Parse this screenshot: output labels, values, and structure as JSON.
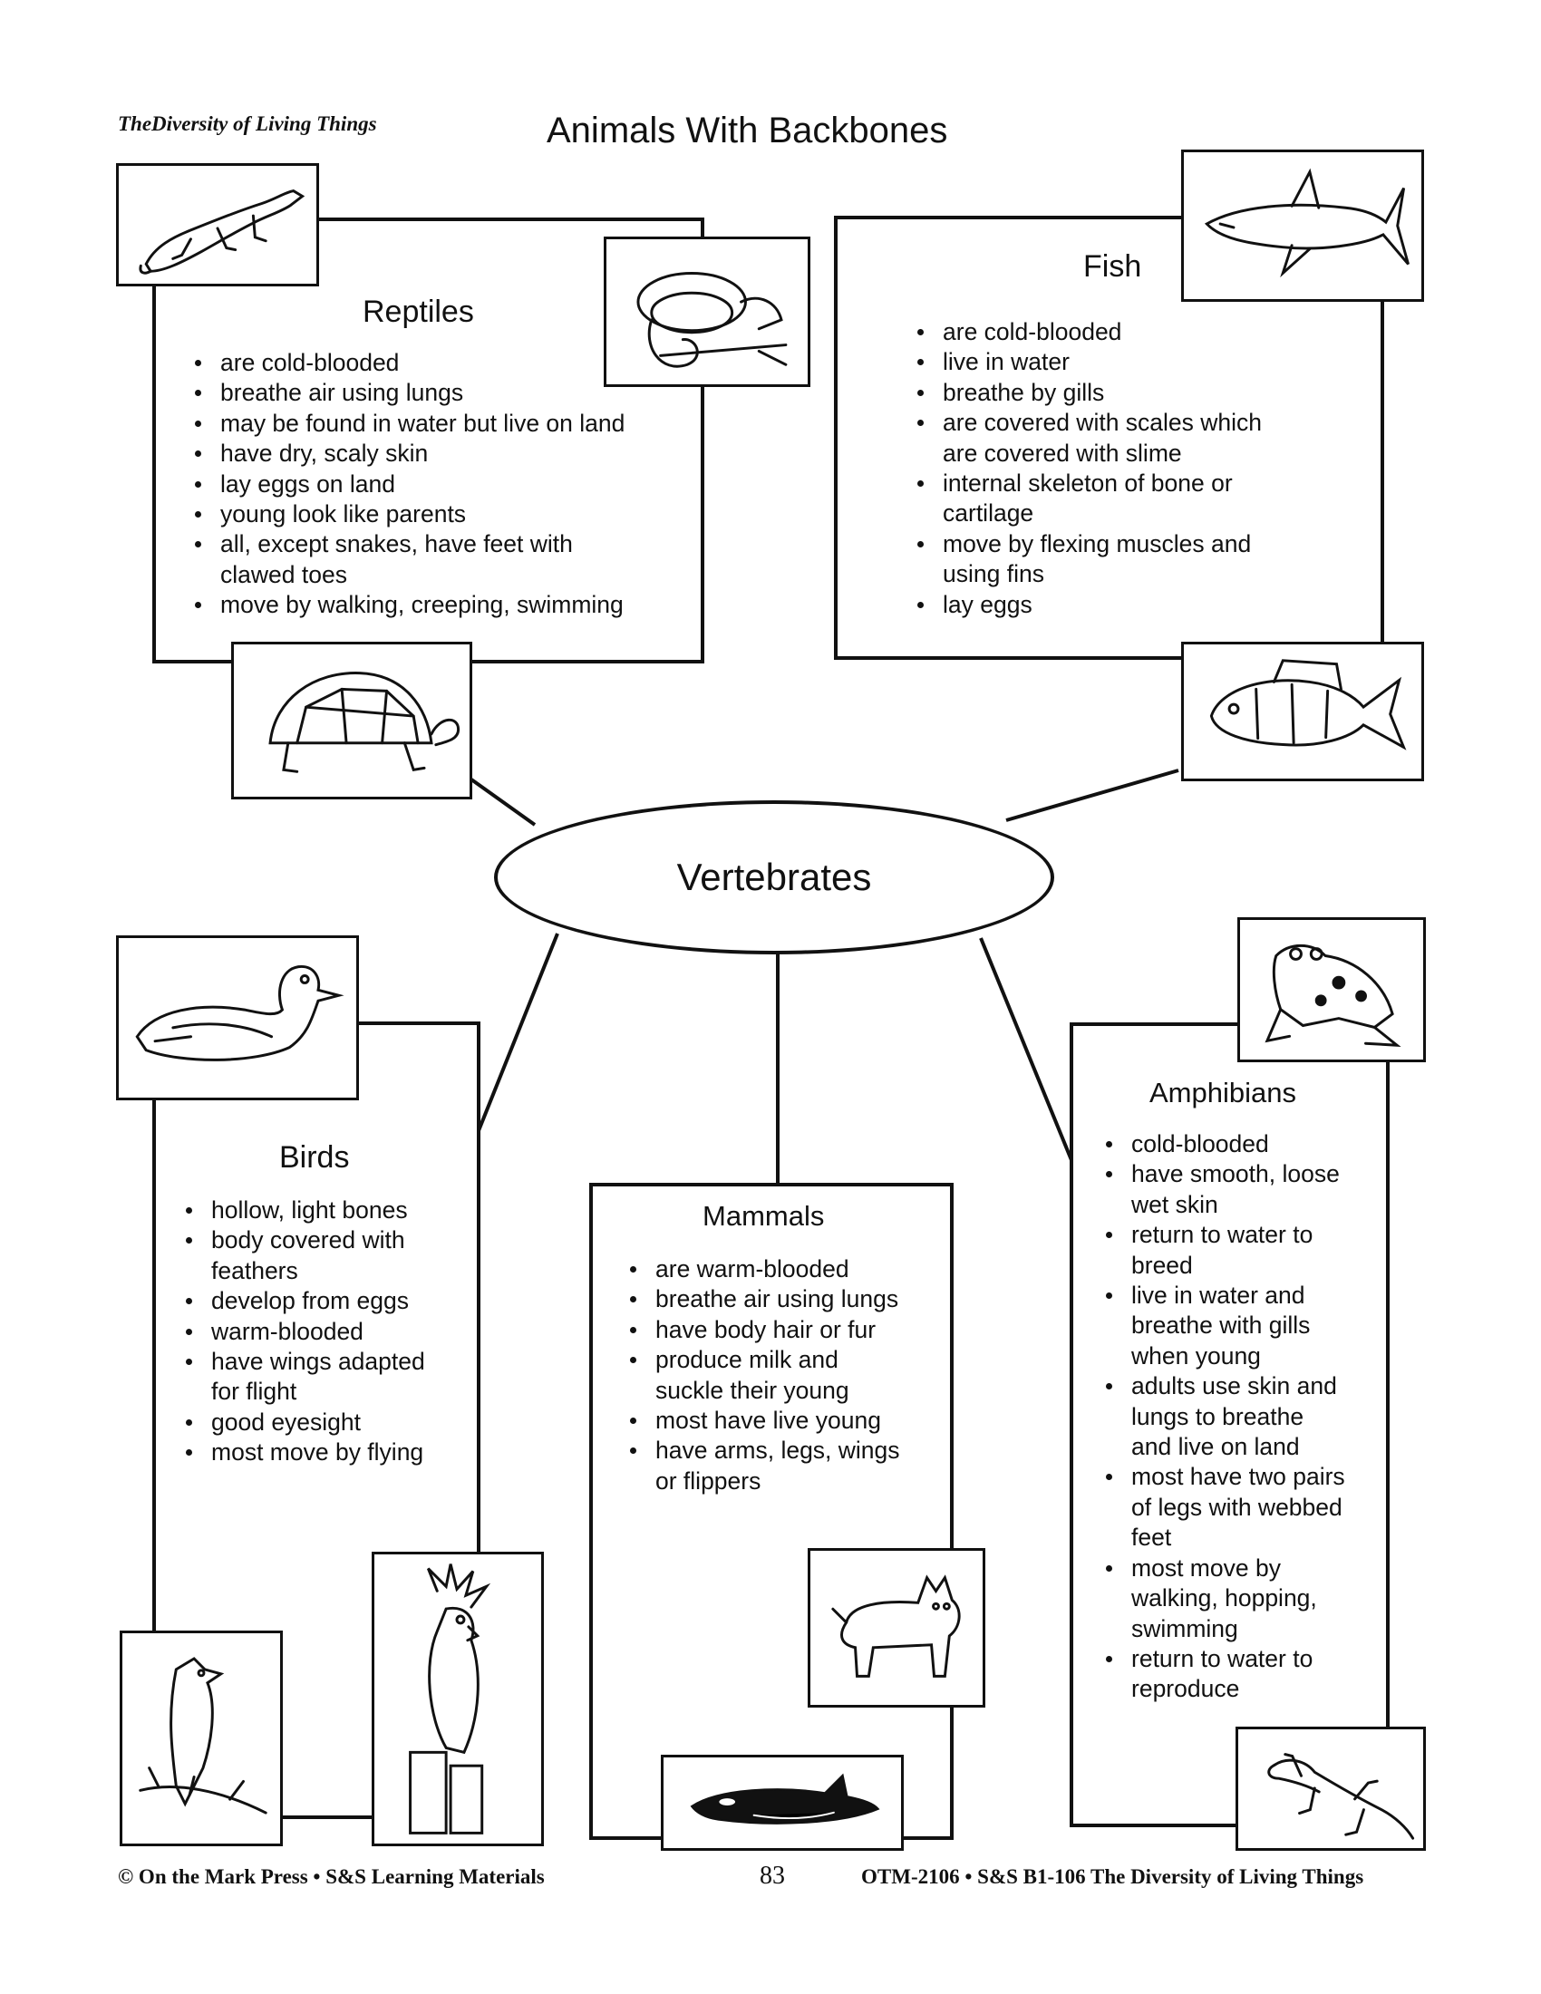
{
  "header": {
    "series": "TheDiversity of Living Things",
    "title": "Animals With Backbones"
  },
  "center": {
    "label": "Vertebrates"
  },
  "groups": {
    "reptiles": {
      "title": "Reptiles",
      "facts": [
        "are cold-blooded",
        "breathe air using lungs",
        "may be found in water but live on land",
        "have dry, scaly skin",
        "lay eggs on land",
        "young look like parents",
        "all, except snakes, have feet with",
        "clawed toes",
        "move by walking, creeping, swimming"
      ]
    },
    "fish": {
      "title": "Fish",
      "facts": [
        "are cold-blooded",
        "live in water",
        "breathe by gills",
        "are covered with scales which",
        "are covered with slime",
        "internal skeleton of bone or",
        "cartilage",
        "move by flexing muscles and",
        "using fins",
        "lay eggs"
      ]
    },
    "birds": {
      "title": "Birds",
      "facts": [
        "hollow, light bones",
        "body covered with",
        "feathers",
        "develop from eggs",
        "warm-blooded",
        "have wings adapted",
        "for flight",
        "good eyesight",
        "most move by flying"
      ]
    },
    "mammals": {
      "title": "Mammals",
      "facts": [
        "are warm-blooded",
        "breathe air using lungs",
        "have body hair or fur",
        "produce milk and",
        "suckle their young",
        "most have live young",
        "have arms, legs, wings",
        "or flippers"
      ]
    },
    "amphibians": {
      "title": "Amphibians",
      "facts": [
        "cold-blooded",
        "have smooth, loose",
        "wet skin",
        "return to water to",
        "breed",
        "live in water and",
        "breathe with gills",
        "when young",
        "adults use skin and",
        "lungs to breathe",
        "and live on land",
        "most have two pairs",
        "of legs with webbed",
        "feet",
        "most move by",
        "walking, hopping,",
        "swimming",
        "return to water to",
        "reproduce"
      ]
    }
  },
  "illustrations": [
    "lizard-icon",
    "snake-icon",
    "turtle-icon",
    "shark-icon",
    "perch-icon",
    "duck-icon",
    "cardinal-icon",
    "cockatoo-icon",
    "dog-icon",
    "orca-icon",
    "frog-icon",
    "salamander-icon"
  ],
  "footer": {
    "left": "© On the Mark Press • S&S Learning Materials",
    "page": "83",
    "right": "OTM-2106 • S&S B1-106 The Diversity of Living Things"
  }
}
